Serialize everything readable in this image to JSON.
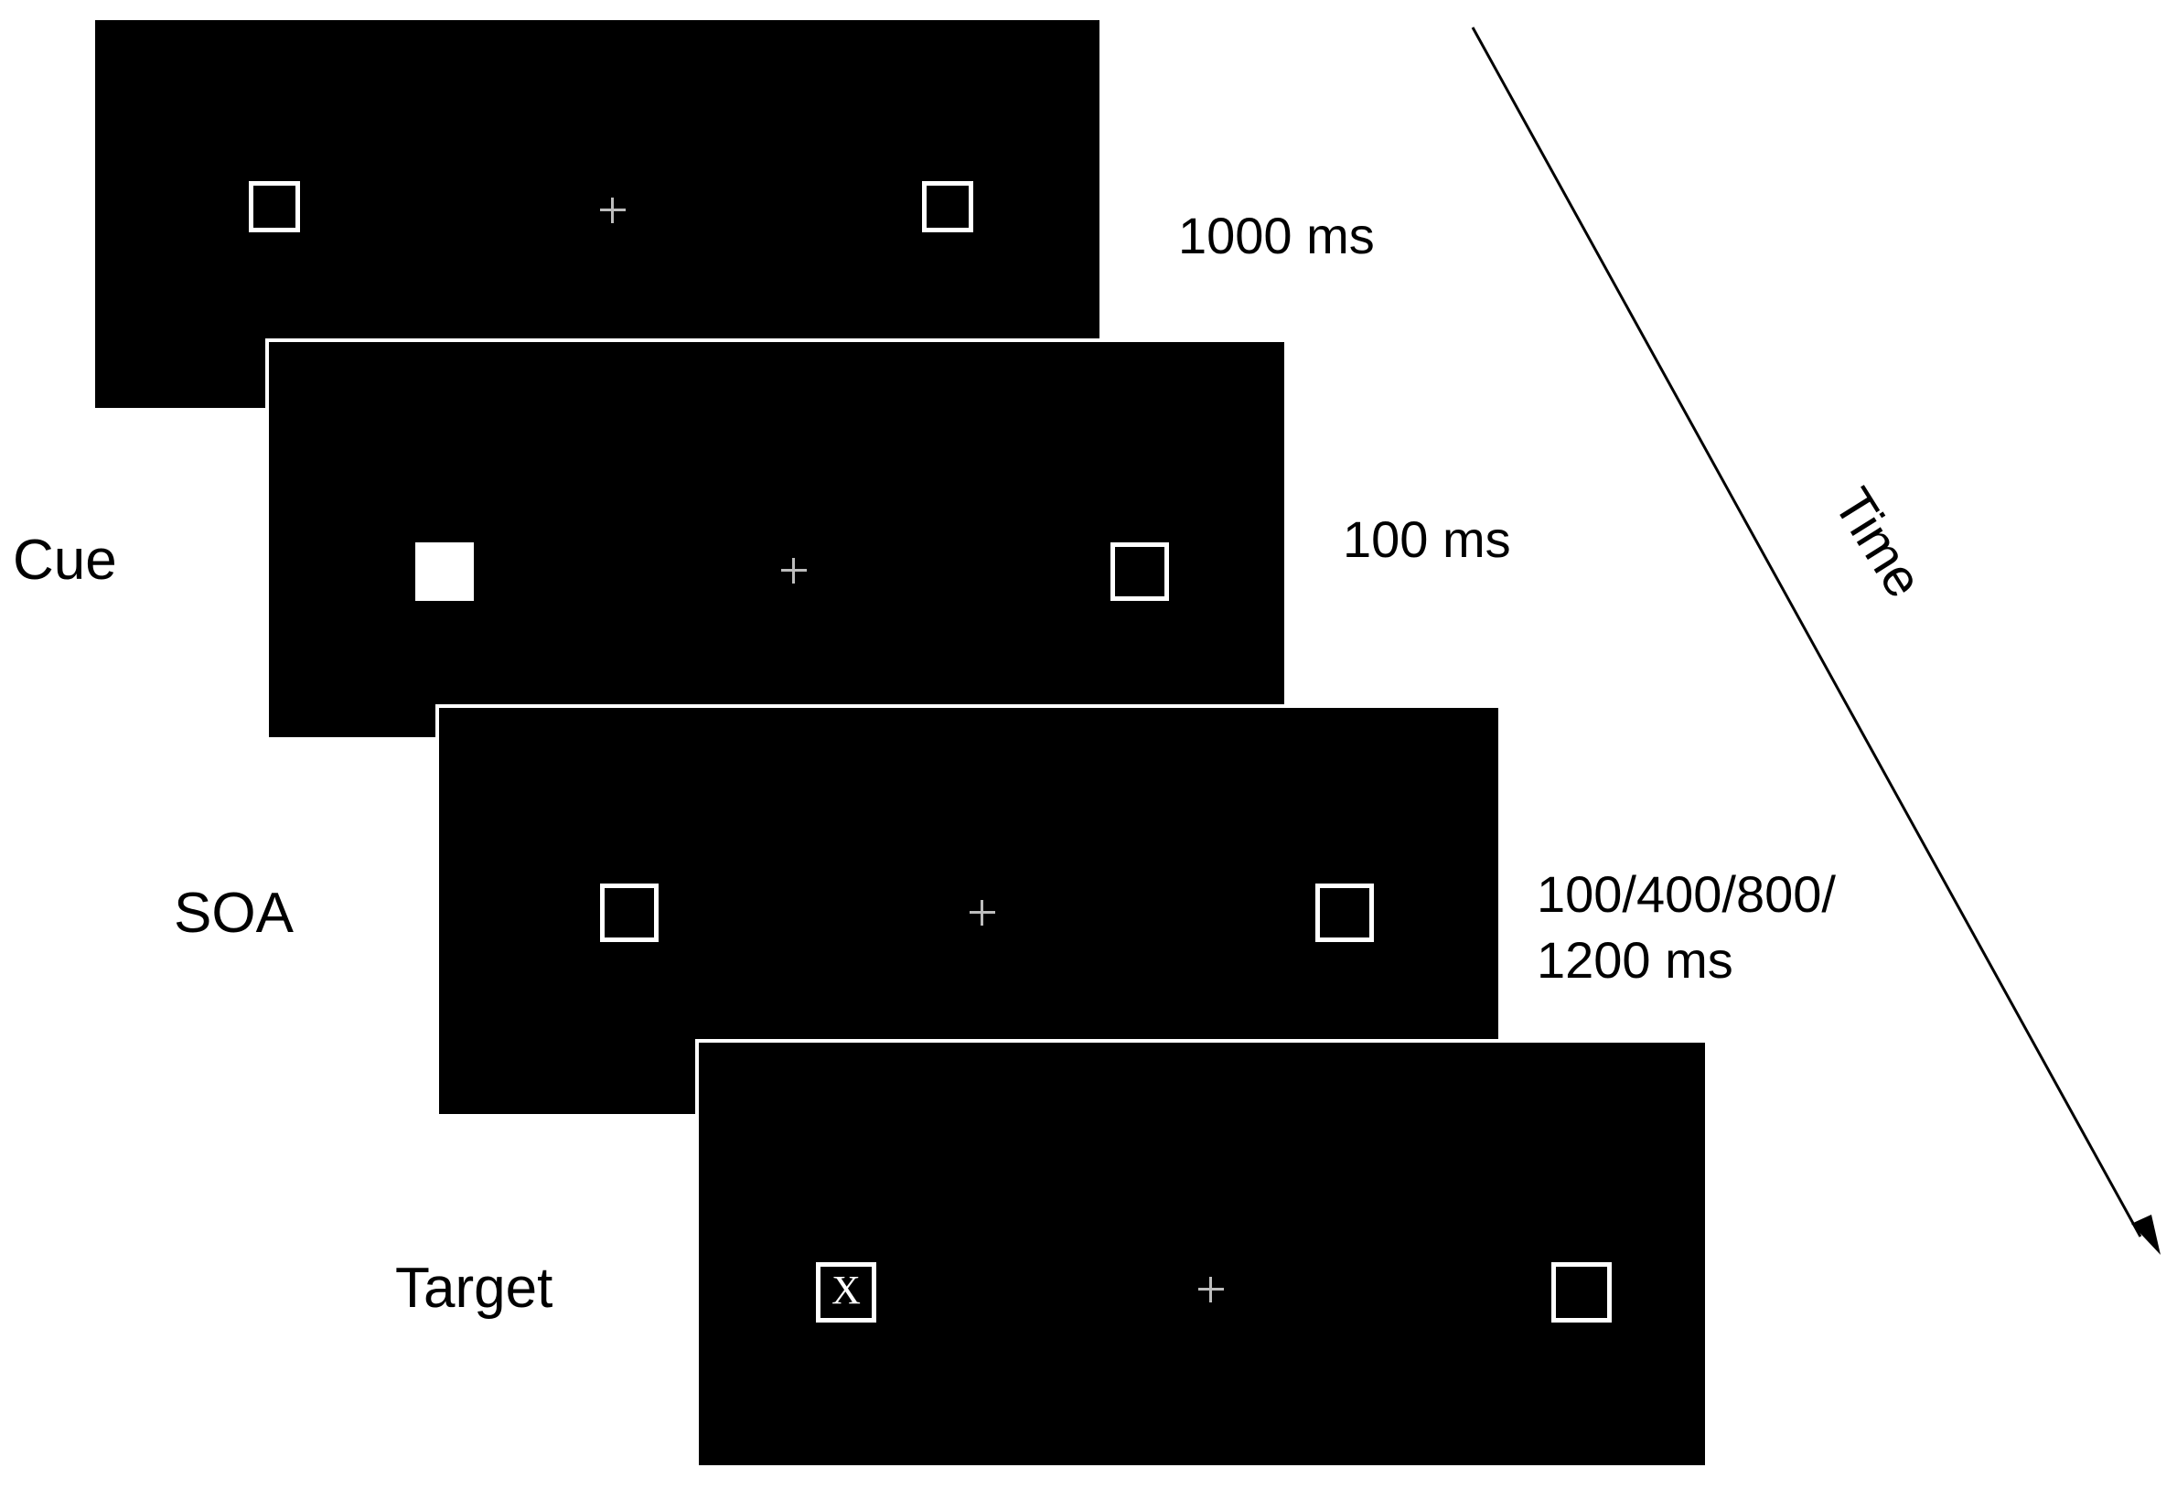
{
  "stages": [
    {
      "id": "fixation",
      "label": "",
      "duration": "1000 ms",
      "left_box": "empty",
      "right_box": "empty"
    },
    {
      "id": "cue",
      "label": "Cue",
      "duration": "100 ms",
      "left_box": "filled",
      "right_box": "empty"
    },
    {
      "id": "soa",
      "label": "SOA",
      "duration_lines": [
        "100/400/800/",
        "1200 ms"
      ],
      "left_box": "empty",
      "right_box": "empty"
    },
    {
      "id": "target",
      "label": "Target",
      "duration": "",
      "left_box": "letter",
      "right_box": "empty",
      "target_letter": "X"
    }
  ],
  "time_axis": {
    "label": "Time"
  },
  "colors": {
    "screen": "#000000",
    "stimulus": "#ffffff",
    "fixation": "#bdbdbd",
    "text": "#000000"
  }
}
